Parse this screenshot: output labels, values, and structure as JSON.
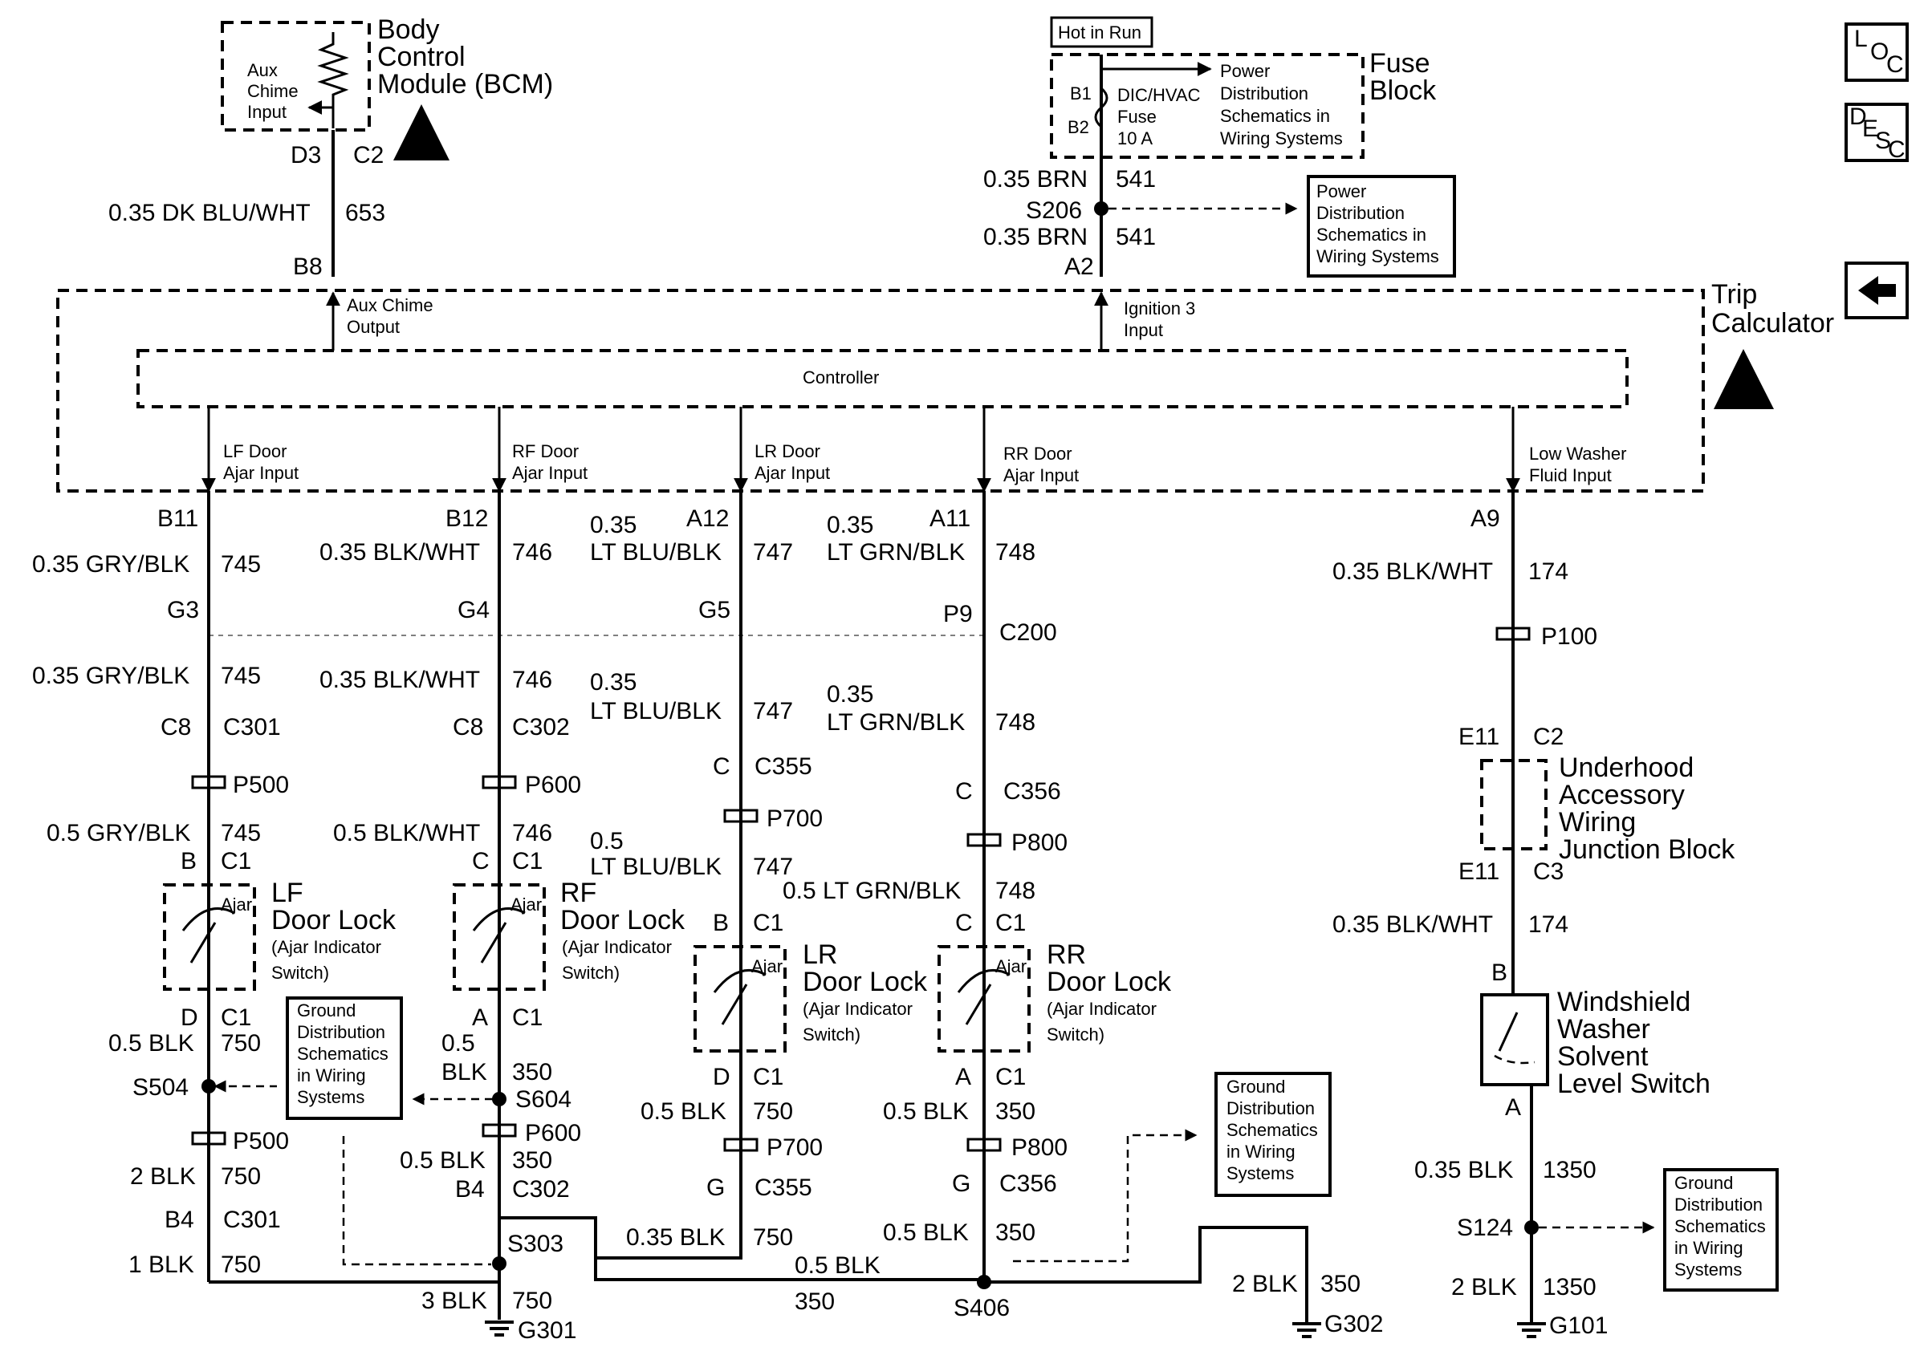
{
  "modules": {
    "bcm": {
      "title": [
        "Body",
        "Control",
        "Module (BCM)"
      ],
      "inner": [
        "Aux",
        "Chime",
        "Input"
      ],
      "pin_left": "D3",
      "pin_right": "C2"
    },
    "fuse_block": {
      "hot": "Hot in Run",
      "title": [
        "Fuse",
        "Block"
      ],
      "fuse": [
        "DIC/HVAC",
        "Fuse",
        "10 A"
      ],
      "b1": "B1",
      "b2": "B2",
      "ref": [
        "Power",
        "Distribution",
        "Schematics in",
        "Wiring Systems"
      ]
    },
    "power_ref_box": [
      "Power",
      "Distribution",
      "Schematics in",
      "Wiring Systems"
    ],
    "trip": {
      "title": [
        "Trip",
        "Calculator"
      ],
      "controller": "Controller",
      "aux_chime": [
        "Aux Chime",
        "Output"
      ],
      "ignition": [
        "Ignition 3",
        "Input"
      ],
      "lf": [
        "LF Door",
        "Ajar Input"
      ],
      "rf": [
        "RF Door",
        "Ajar Input"
      ],
      "lr": [
        "LR Door",
        "Ajar Input"
      ],
      "rr": [
        "RR Door",
        "Ajar Input"
      ],
      "washer": [
        "Low Washer",
        "Fluid Input"
      ]
    },
    "underhood": [
      "Underhood",
      "Accessory",
      "Wiring",
      "Junction Block"
    ],
    "washer_switch": [
      "Windshield",
      "Washer",
      "Solvent",
      "Level Switch"
    ],
    "lf_lock": {
      "title": [
        "LF",
        "Door Lock"
      ],
      "sub": [
        "(Ajar Indicator",
        "Switch)"
      ],
      "ajar": "Ajar"
    },
    "rf_lock": {
      "title": [
        "RF",
        "Door Lock"
      ],
      "sub": [
        "(Ajar Indicator",
        "Switch)"
      ],
      "ajar": "Ajar"
    },
    "lr_lock": {
      "title": [
        "LR",
        "Door Lock"
      ],
      "sub": [
        "(Ajar Indicator",
        "Switch)"
      ],
      "ajar": "Ajar"
    },
    "rr_lock": {
      "title": [
        "RR",
        "Door Lock"
      ],
      "sub": [
        "(Ajar Indicator",
        "Switch)"
      ],
      "ajar": "Ajar"
    },
    "ground_ref_1": [
      "Ground",
      "Distribution",
      "Schematics",
      "in Wiring",
      "Systems"
    ],
    "ground_ref_2": [
      "Ground",
      "Distribution",
      "Schematics",
      "in Wiring",
      "Systems"
    ],
    "ground_ref_3": [
      "Ground",
      "Distribution",
      "Schematics",
      "in Wiring",
      "Systems"
    ]
  },
  "side_icons": {
    "loc": [
      "L",
      "O",
      "C"
    ],
    "desc": [
      "D",
      "E",
      "S",
      "C"
    ],
    "back": "back-arrow"
  },
  "labels": {
    "bcm_wire": "0.35 DK BLU/WHT",
    "bcm_circuit": "653",
    "bcm_pin": "B8",
    "brn1": "0.35 BRN",
    "c541a": "541",
    "s206": "S206",
    "brn2": "0.35 BRN",
    "c541b": "541",
    "a2": "A2",
    "b11": "B11",
    "lf_w1": "0.35 GRY/BLK",
    "lf_c1": "745",
    "g3": "G3",
    "lf_w2": "0.35 GRY/BLK",
    "lf_c2": "745",
    "lf_c8": "C8",
    "c301a": "C301",
    "p500a": "P500",
    "lf_w3": "0.5 GRY/BLK",
    "lf_c3": "745",
    "lf_b": "B",
    "lf_c1conn": "C1",
    "lf_d": "D",
    "lf_c1b": "C1",
    "lf_w4": "0.5 BLK",
    "lf_c4": "750",
    "s504": "S504",
    "p500b": "P500",
    "lf_w5": "2 BLK",
    "lf_c5": "750",
    "b4a": "B4",
    "c301b": "C301",
    "lf_w6": "1 BLK",
    "lf_c6": "750",
    "b12": "B12",
    "rf_w1": "0.35 BLK/WHT",
    "rf_c1": "746",
    "g4": "G4",
    "rf_w2": "0.35 BLK/WHT",
    "rf_c2": "746",
    "rf_c8": "C8",
    "c302a": "C302",
    "p600a": "P600",
    "rf_w3": "0.5 BLK/WHT",
    "rf_c3": "746",
    "rf_c": "C",
    "rf_c1conn": "C1",
    "rf_a": "A",
    "rf_c1b": "C1",
    "rf_w4a": "0.5",
    "rf_w4b": "BLK",
    "rf_c4": "350",
    "s604": "S604",
    "p600b": "P600",
    "rf_w5": "0.5 BLK",
    "rf_c5": "350",
    "b4b": "B4",
    "c302b": "C302",
    "s303": "S303",
    "g_w": "3 BLK",
    "g_c": "750",
    "g301": "G301",
    "a12": "A12",
    "lr_w1a": "0.35",
    "lr_w1b": "LT BLU/BLK",
    "lr_c1": "747",
    "g5": "G5",
    "lr_w2a": "0.35",
    "lr_w2b": "LT BLU/BLK",
    "lr_c2": "747",
    "lr_cc": "C",
    "c355a": "C355",
    "p700a": "P700",
    "lr_w3a": "0.5",
    "lr_w3b": "LT BLU/BLK",
    "lr_c3": "747",
    "lr_b": "B",
    "lr_c1conn": "C1",
    "lr_d": "D",
    "lr_c1b": "C1",
    "lr_w4": "0.5 BLK",
    "lr_c4": "750",
    "p700b": "P700",
    "lr_g": "G",
    "c355b": "C355",
    "lr_w5": "0.35 BLK",
    "lr_c5": "750",
    "a11": "A11",
    "rr_w1a": "0.35",
    "rr_w1b": "LT GRN/BLK",
    "rr_c1": "748",
    "p9": "P9",
    "c200": "C200",
    "rr_w2a": "0.35",
    "rr_w2b": "LT GRN/BLK",
    "rr_c2": "748",
    "rr_cc": "C",
    "c356a": "C356",
    "p800a": "P800",
    "rr_w3": "0.5 LT GRN/BLK",
    "rr_c3": "748",
    "rr_c": "C",
    "rr_c1conn": "C1",
    "rr_a": "A",
    "rr_c1b": "C1",
    "rr_w4": "0.5 BLK",
    "rr_c4": "350",
    "p800b": "P800",
    "rr_g": "G",
    "c356b": "C356",
    "rr_w5": "0.5 BLK",
    "rr_c5": "350",
    "mid_w": "0.5 BLK",
    "mid_c": "350",
    "s406": "S406",
    "g302_w": "2 BLK",
    "g302_c": "350",
    "g302": "G302",
    "a9": "A9",
    "ws_w1": "0.35 BLK/WHT",
    "ws_c1": "174",
    "p100": "P100",
    "e11a": "E11",
    "c2": "C2",
    "e11b": "E11",
    "c3": "C3",
    "ws_w2": "0.35 BLK/WHT",
    "ws_c2": "174",
    "ws_b": "B",
    "ws_a": "A",
    "ws_w3": "0.35 BLK",
    "ws_c3": "1350",
    "s124": "S124",
    "ws_w4": "2 BLK",
    "ws_c4": "1350",
    "g101": "G101"
  }
}
